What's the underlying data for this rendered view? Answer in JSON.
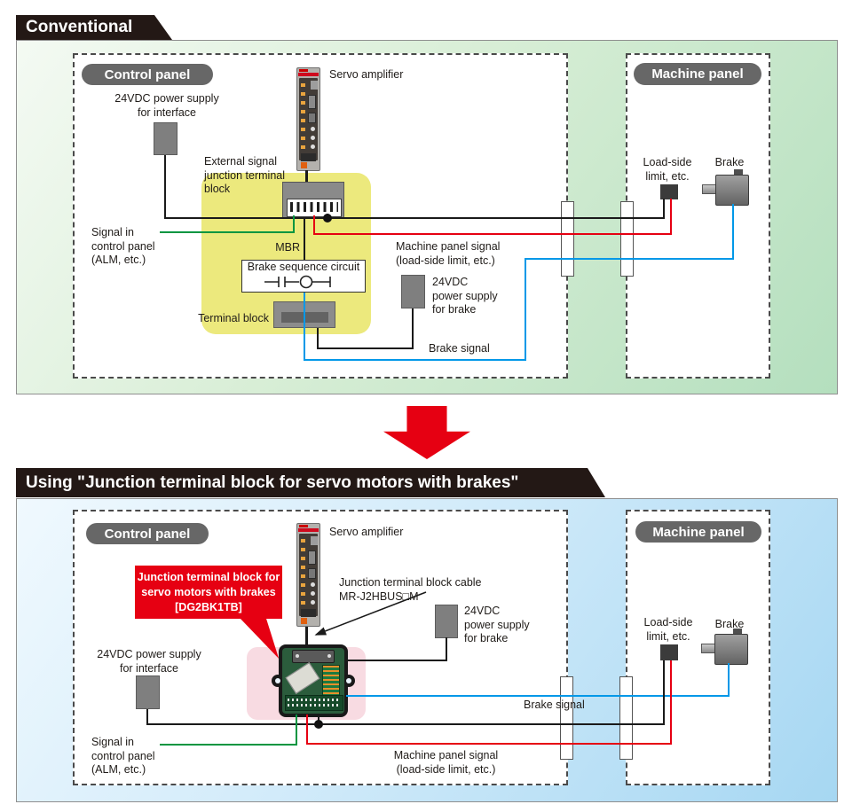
{
  "colors": {
    "banner_bg": "#231815",
    "accent_red": "#e60012",
    "panel_green": "#b4dfbe",
    "panel_blue": "#a6d7f2",
    "highlight_yellow": "#ece97d",
    "highlight_pink": "#f8dbe2",
    "wire_black": "#1a1a1a",
    "wire_green": "#009540",
    "wire_red": "#e60012",
    "wire_blue": "#0098e8",
    "pill_gray": "#676767"
  },
  "top": {
    "banner": "Conventional",
    "control_panel": "Control panel",
    "machine_panel": "Machine panel",
    "servo_amplifier": "Servo amplifier",
    "psu_interface": [
      "24VDC power supply",
      "for interface"
    ],
    "ext_junction": [
      "External signal",
      "junction terminal",
      "block"
    ],
    "signal_in": [
      "Signal in",
      "control panel",
      "(ALM, etc.)"
    ],
    "mbr": "MBR",
    "brake_sequence": "Brake sequence circuit",
    "terminal_block": "Terminal block",
    "machine_signal": [
      "Machine panel signal",
      "(load-side limit, etc.)"
    ],
    "psu_brake": [
      "24VDC",
      "power supply",
      "for brake"
    ],
    "brake_signal": "Brake signal",
    "load_side": [
      "Load-side",
      "limit, etc."
    ],
    "brake": "Brake"
  },
  "bottom": {
    "banner": "Using \"Junction terminal block for servo motors with brakes\"",
    "control_panel": "Control panel",
    "machine_panel": "Machine panel",
    "servo_amplifier": "Servo amplifier",
    "callout": [
      "Junction terminal block for",
      "servo motors with brakes",
      "[DG2BK1TB]"
    ],
    "cable": [
      "Junction terminal block cable",
      "MR-J2HBUS□M"
    ],
    "psu_brake": [
      "24VDC",
      "power supply",
      "for brake"
    ],
    "psu_interface": [
      "24VDC power supply",
      "for interface"
    ],
    "signal_in": [
      "Signal in",
      "control panel",
      "(ALM, etc.)"
    ],
    "brake_signal": "Brake signal",
    "machine_signal": [
      "Machine panel signal",
      "(load-side limit, etc.)"
    ],
    "load_side": [
      "Load-side",
      "limit, etc."
    ],
    "brake": "Brake"
  }
}
